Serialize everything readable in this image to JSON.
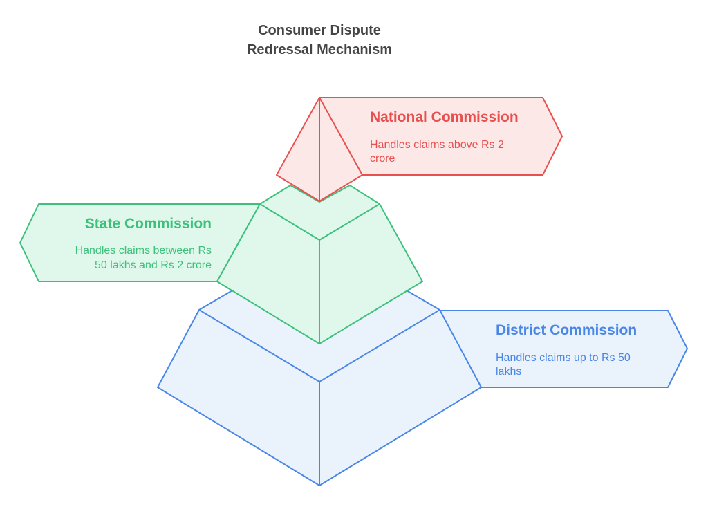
{
  "title": {
    "line1": "Consumer Dispute",
    "line2": "Redressal Mechanism"
  },
  "levels": {
    "national": {
      "title": "National Commission",
      "desc_line1": "Handles claims above Rs 2",
      "desc_line2": "crore",
      "stroke_color": "#e8504f",
      "fill_color": "#fde8e8"
    },
    "state": {
      "title": "State Commission",
      "desc_line1": "Handles claims between Rs",
      "desc_line2": "50 lakhs and Rs 2 crore",
      "stroke_color": "#3cc07a",
      "fill_color": "#e0f8ec"
    },
    "district": {
      "title": "District Commission",
      "desc_line1": "Handles claims up to Rs 50",
      "desc_line2": "lakhs",
      "stroke_color": "#4a86e6",
      "fill_color": "#eaf3fc"
    }
  }
}
